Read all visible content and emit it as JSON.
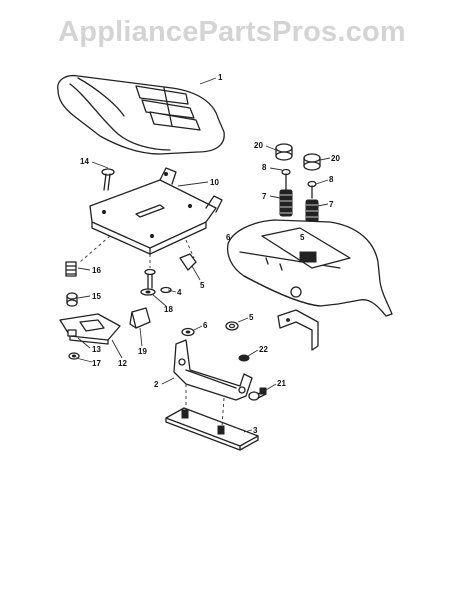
{
  "watermark": "AppliancePartsPros.com",
  "callouts": {
    "c1": "1",
    "c2": "2",
    "c3": "3",
    "c4": "4",
    "c5a": "5",
    "c5b": "5",
    "c5c": "5",
    "c6a": "6",
    "c6b": "6",
    "c7a": "7",
    "c7b": "7",
    "c8a": "8",
    "c8b": "8",
    "c10": "10",
    "c12": "12",
    "c13": "13",
    "c14": "14",
    "c15": "15",
    "c16": "16",
    "c17": "17",
    "c18": "18",
    "c19": "19",
    "c20a": "20",
    "c20b": "20",
    "c21": "21",
    "c22": "22"
  }
}
